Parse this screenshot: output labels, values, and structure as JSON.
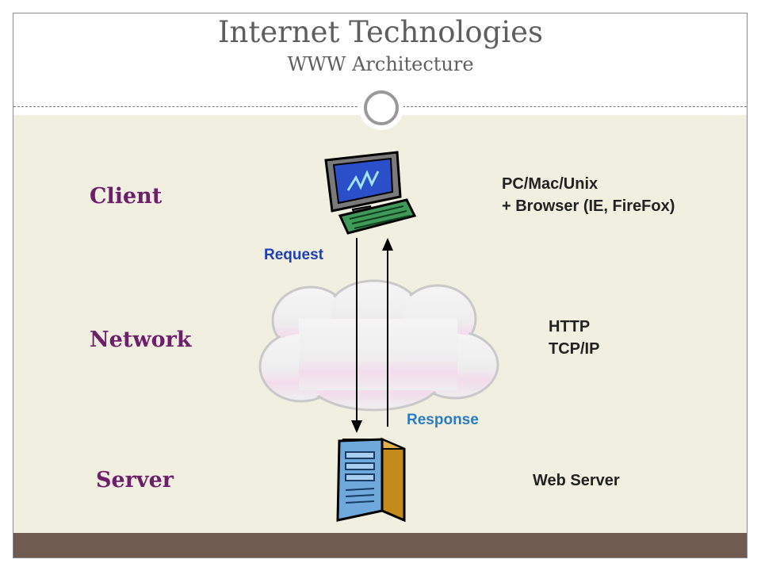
{
  "slide": {
    "title": "Internet Technologies",
    "subtitle": "WWW Architecture"
  },
  "layers": {
    "client": {
      "label": "Client",
      "description": [
        "PC/Mac/Unix",
        "+ Browser (IE, FireFox)"
      ]
    },
    "network": {
      "label": "Network",
      "description": [
        "HTTP",
        "TCP/IP"
      ]
    },
    "server": {
      "label": "Server",
      "description": [
        "Web Server"
      ]
    }
  },
  "flows": {
    "request_label": "Request",
    "response_label": "Response"
  },
  "colors": {
    "layer_label": "#6e1f6c",
    "request_label": "#1f3fb5",
    "response_label": "#2b7cc3",
    "content_bg": "#f1efdf",
    "footer_bg": "#6f5b4f"
  },
  "icons": {
    "client": "computer-icon",
    "network": "cloud-icon",
    "server": "server-tower-icon"
  }
}
